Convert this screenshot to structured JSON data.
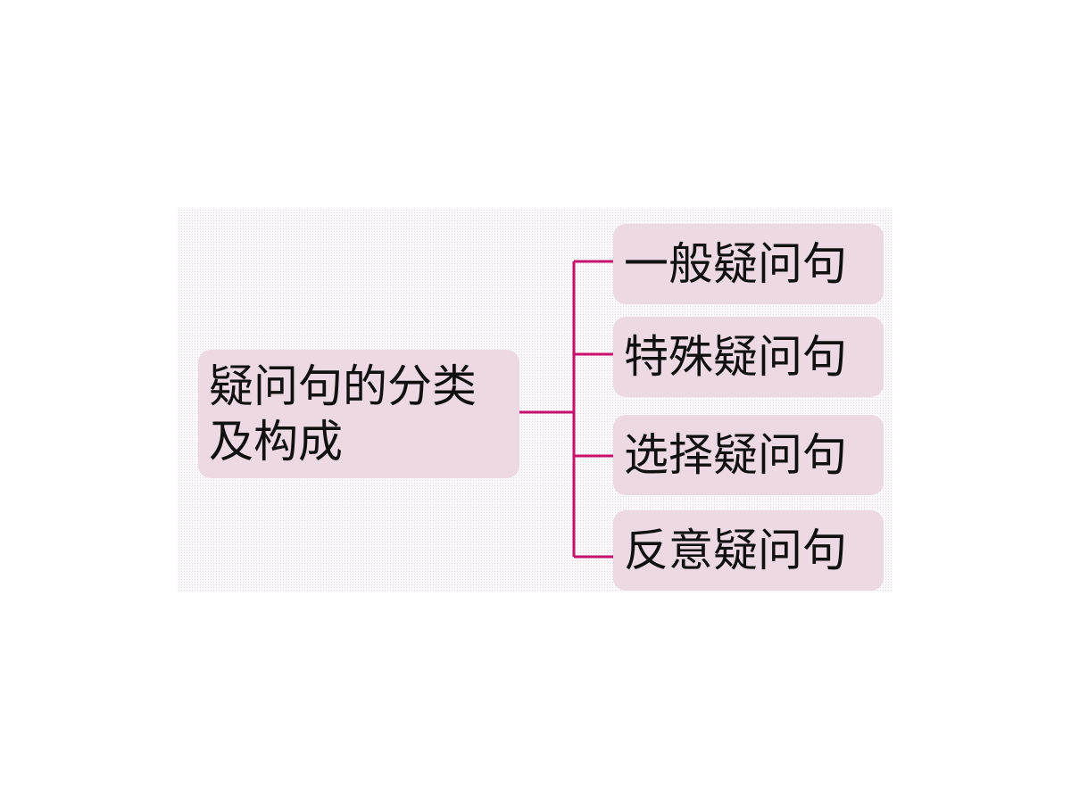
{
  "diagram": {
    "root": {
      "lines": [
        "疑问句的分类",
        "及构成"
      ]
    },
    "children": [
      {
        "label": "一般疑问句"
      },
      {
        "label": "特殊疑问句"
      },
      {
        "label": "选择疑问句"
      },
      {
        "label": "反意疑问句"
      }
    ],
    "colors": {
      "connector": "#c8106e",
      "box_fill": "#ecd9e4",
      "text": "#111111"
    }
  }
}
